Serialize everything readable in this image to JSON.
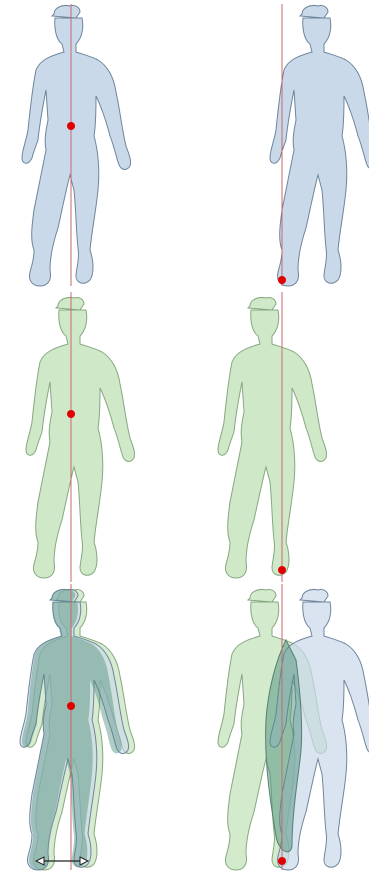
{
  "colors": {
    "blue_fill": "#c9d9ea",
    "blue_stroke": "#6f859c",
    "green_fill": "#cfe8c8",
    "green_stroke": "#86a87f",
    "overlap_fill": "#4f8f7e",
    "vertical_line": "#c86a6a",
    "dot": "#e00000",
    "arrow": "#222222"
  },
  "panels": [
    {
      "id": "blue-center",
      "row": 1,
      "column": "left",
      "figures": [
        "blue"
      ],
      "dot": "center-of-mass"
    },
    {
      "id": "blue-foot",
      "row": 1,
      "column": "right",
      "figures": [
        "blue"
      ],
      "dot": "support-foot"
    },
    {
      "id": "green-center",
      "row": 2,
      "column": "left",
      "figures": [
        "green"
      ],
      "dot": "center-of-mass"
    },
    {
      "id": "green-foot",
      "row": 2,
      "column": "right",
      "figures": [
        "green"
      ],
      "dot": "support-foot"
    },
    {
      "id": "overlay-center",
      "row": 3,
      "column": "left",
      "figures": [
        "green",
        "blue"
      ],
      "dot": "center-of-mass"
    },
    {
      "id": "overlay-foot",
      "row": 3,
      "column": "right",
      "figures": [
        "green",
        "blue"
      ],
      "dot": "support-foot"
    }
  ],
  "icons": {
    "offset_arrow": "double-headed-arrow"
  }
}
